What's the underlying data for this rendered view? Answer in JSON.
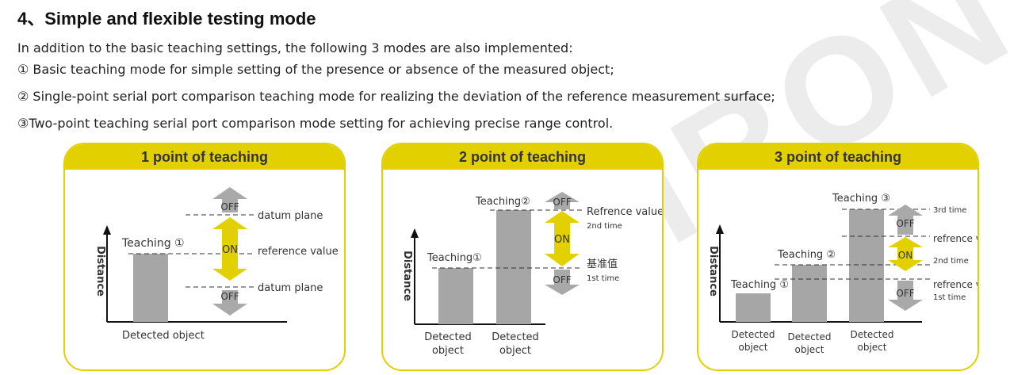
{
  "heading": "4、Simple and flexible testing mode",
  "intro": "In addition to the basic teaching settings, the following 3 modes are also implemented:",
  "items": [
    "① Basic teaching mode for simple setting of the presence or absence of the measured object;",
    "② Single-point serial port comparison teaching mode for realizing the deviation of the reference measurement surface;",
    "③Two-point teaching serial port comparison mode setting for achieving precise range control."
  ],
  "watermark": "SIRON",
  "colors": {
    "accent": "#e3d000",
    "bar": "#a6a6a6",
    "arrow_gray": "#a9a9a9",
    "arrow_yellow": "#e3d000"
  },
  "panel1": {
    "title": "1 point of teaching",
    "axis": "Distance",
    "teaching": "Teaching ①",
    "off_top": "OFF",
    "on": "ON",
    "off_bottom": "OFF",
    "datum_top": "datum plane",
    "reference": "reference value",
    "datum_bottom": "datum plane",
    "object": "Detected object"
  },
  "panel2": {
    "title": "2 point of teaching",
    "axis": "Distance",
    "teaching1": "Teaching①",
    "teaching2": "Teaching②",
    "off_top": "OFF",
    "on": "ON",
    "off_bottom": "OFF",
    "ref_value": "Refrence value",
    "second_time": "2nd time",
    "base_value": "基准值",
    "first_time": "1st time",
    "object1_line1": "Detected",
    "object1_line2": "object",
    "object2_line1": "Detected",
    "object2_line2": "object"
  },
  "panel3": {
    "title": "3 point of teaching",
    "axis": "Distance",
    "teaching1": "Teaching ①",
    "teaching2": "Teaching ②",
    "teaching3": "Teaching ③",
    "off_top": "OFF",
    "on": "ON",
    "off_bottom": "OFF",
    "third_time": "3rd time",
    "ref_value1": "refrence value",
    "second_time": "2nd time",
    "ref_value2": "refrence value",
    "first_time": "1st time",
    "object1_line1": "Detected",
    "object1_line2": "object",
    "object2_line1": "Detected",
    "object2_line2": "object",
    "object3_line1": "Detected",
    "object3_line2": "object"
  }
}
